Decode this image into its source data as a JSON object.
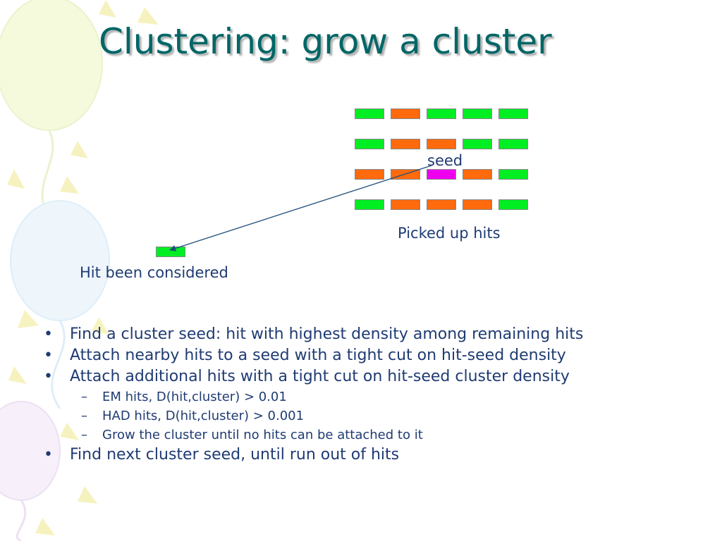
{
  "slide": {
    "title": "Clustering: grow a cluster",
    "labels": {
      "seed": "seed",
      "picked_up_hits": "Picked up hits",
      "hit_considered": "Hit been considered"
    },
    "colors": {
      "green": "#00ee22",
      "orange": "#ff6a0d",
      "magenta": "#ee00ee",
      "title": "#006666",
      "text": "#1f3b73",
      "arrow": "#1f4f7a"
    },
    "grid_rows": [
      [
        "green",
        "orange",
        "green",
        "green",
        "green"
      ],
      [
        "green",
        "orange",
        "orange",
        "green",
        "green"
      ],
      [
        "orange",
        "orange",
        "magenta",
        "orange",
        "green"
      ],
      [
        "green",
        "orange",
        "orange",
        "orange",
        "green"
      ]
    ],
    "considered_hit": "green",
    "bullet_marker": "•",
    "sub_marker": "–",
    "bullets": [
      "Find a cluster seed: hit with highest density among remaining hits",
      "Attach nearby hits to a seed with a tight cut on hit-seed density",
      "Attach additional hits with a tight cut on hit-seed cluster density"
    ],
    "sub_bullets": [
      "EM hits, D(hit,cluster) > 0.01",
      "HAD hits, D(hit,cluster) > 0.001",
      "Grow the cluster until no hits can be attached to it"
    ],
    "last_bullet": "Find next cluster seed, until run out of hits"
  }
}
